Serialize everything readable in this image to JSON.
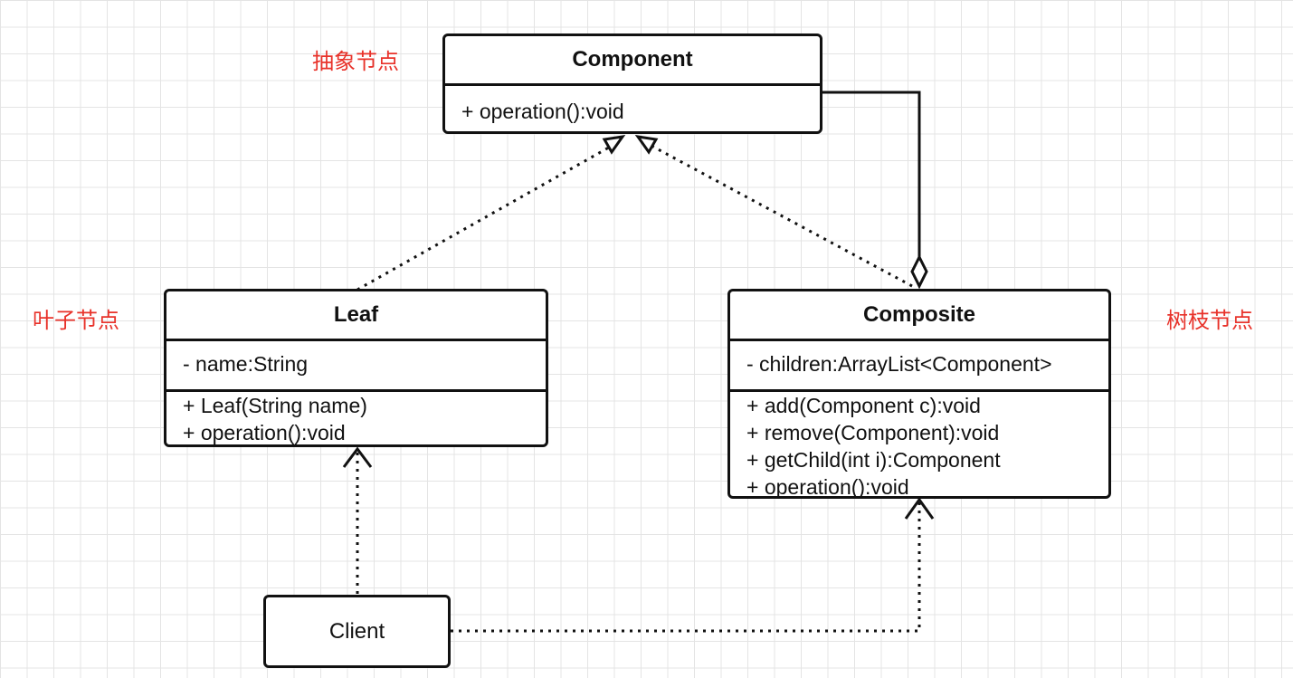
{
  "notes": {
    "abstract": "抽象节点",
    "leaf": "叶子节点",
    "branch": "树枝节点"
  },
  "colors": {
    "note": "#e8322a",
    "line": "#111111",
    "grid": "#e4e4e4"
  },
  "classes": {
    "component": {
      "name": "Component",
      "methods": [
        "+ operation():void"
      ]
    },
    "leaf": {
      "name": "Leaf",
      "attributes": [
        "- name:String"
      ],
      "methods": [
        "+ Leaf(String name)",
        "+ operation():void"
      ]
    },
    "composite": {
      "name": "Composite",
      "attributes": [
        "- children:ArrayList<Component>"
      ],
      "methods": [
        "+ add(Component c):void",
        "+ remove(Component):void",
        "+ getChild(int i):Component",
        "+ operation():void"
      ]
    },
    "client": {
      "name": "Client"
    }
  }
}
